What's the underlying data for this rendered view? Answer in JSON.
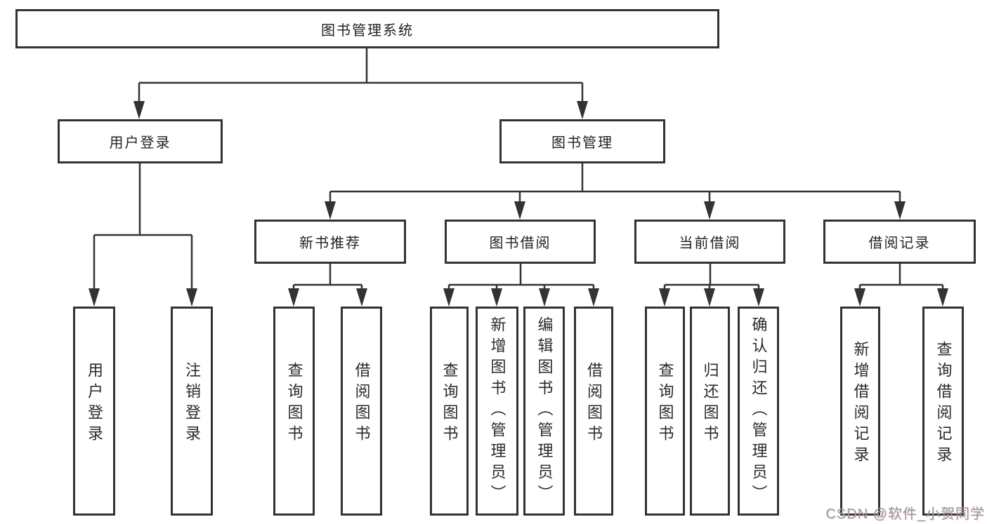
{
  "tree": {
    "label": "图书管理系统",
    "children": [
      {
        "label": "用户登录",
        "children": [
          {
            "label": "用户登录"
          },
          {
            "label": "注销登录"
          }
        ]
      },
      {
        "label": "图书管理",
        "children": [
          {
            "label": "新书推荐",
            "children": [
              {
                "label": "查询图书"
              },
              {
                "label": "借阅图书"
              }
            ]
          },
          {
            "label": "图书借阅",
            "children": [
              {
                "label": "查询图书"
              },
              {
                "label": "新增图书（管理员）"
              },
              {
                "label": "编辑图书（管理员）"
              },
              {
                "label": "借阅图书"
              }
            ]
          },
          {
            "label": "当前借阅",
            "children": [
              {
                "label": "查询图书"
              },
              {
                "label": "归还图书"
              },
              {
                "label": "确认归还（管理员）"
              }
            ]
          },
          {
            "label": "借阅记录",
            "children": [
              {
                "label": "新增借阅记录"
              },
              {
                "label": "查询借阅记录"
              }
            ]
          }
        ]
      }
    ]
  },
  "watermark": {
    "text": "CSDN @软件_小贺同学"
  },
  "colors": {
    "line": "#333333",
    "border": "#333333",
    "text": "#222222",
    "background": "#ffffff",
    "watermark": "#9b9b9b"
  }
}
